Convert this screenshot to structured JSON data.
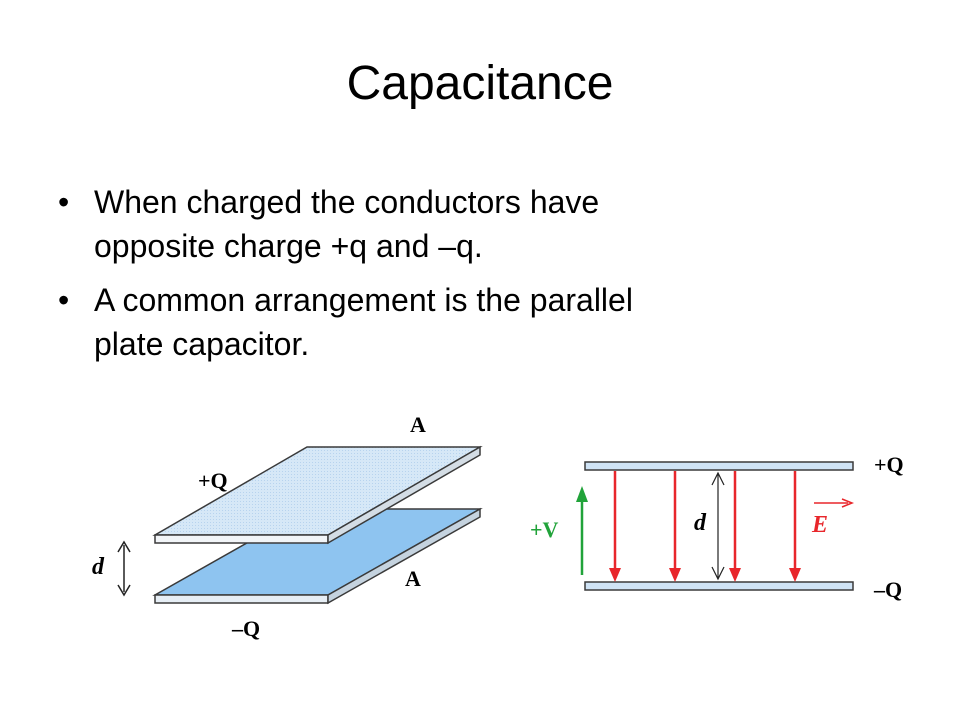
{
  "slide": {
    "title": "Capacitance",
    "bullets": [
      {
        "marker": "•",
        "line1": "When charged the conductors have",
        "line2": "opposite charge +q and –q."
      },
      {
        "marker": "•",
        "line1": "A common arrangement is the parallel",
        "line2": "plate capacitor."
      }
    ]
  },
  "left_diagram": {
    "area_top": "A",
    "area_bottom": "A",
    "charge_top": "+Q",
    "charge_bottom": "–Q",
    "separation": "d"
  },
  "right_diagram": {
    "charge_top": "+Q",
    "charge_bottom": "–Q",
    "voltage": "+V",
    "separation": "d",
    "field": "E"
  },
  "colors": {
    "plate_top": "#cfe3f5",
    "plate_bottom": "#8ec4f0",
    "field_arrow": "#e8262b",
    "voltage_arrow": "#21a33a",
    "plate_edge": "#3a3a3a"
  }
}
